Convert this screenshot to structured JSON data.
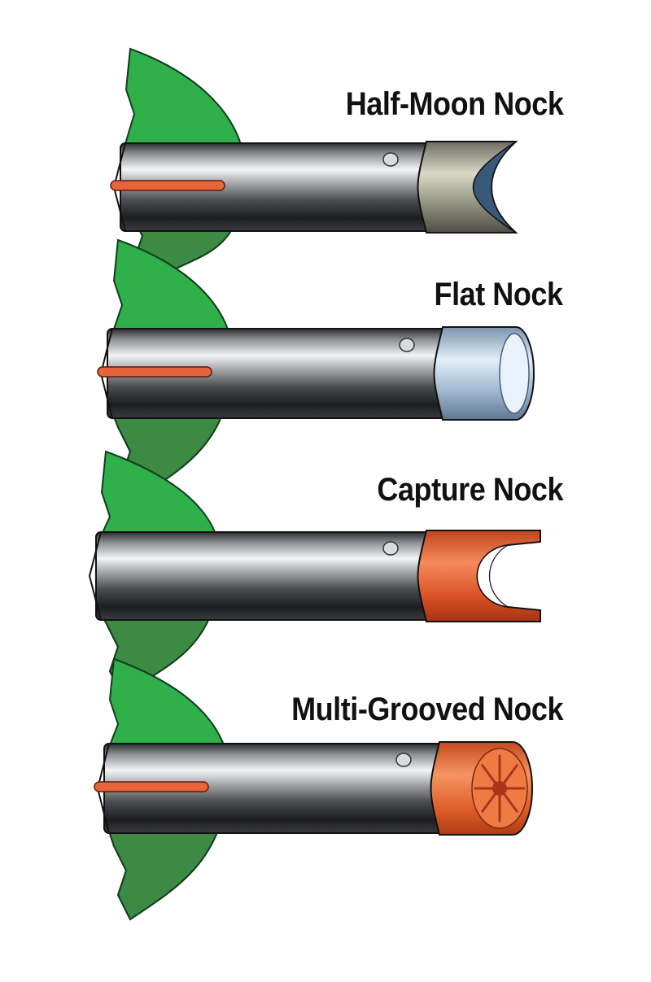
{
  "nocks": [
    {
      "id": "half-moon",
      "label": "Half-Moon Nock",
      "nock_color": "#b7b79f",
      "inner_color": "#3a5878"
    },
    {
      "id": "flat",
      "label": "Flat Nock",
      "nock_color": "#b9cfe6",
      "inner_color": "#e9f1fa"
    },
    {
      "id": "capture",
      "label": "Capture Nock",
      "nock_color": "#e0572a",
      "inner_color": "#ffffff"
    },
    {
      "id": "multi-grooved",
      "label": "Multi-Grooved Nock",
      "nock_color": "#e0602c",
      "inner_color": "#a8371a"
    }
  ],
  "colors": {
    "fletching": "#2fb04a",
    "fletching_shadow": "#3d8a45",
    "shaft": "#6b6d72",
    "shaft_highlight": "#f2f3f5",
    "shaft_dark": "#1d1e22",
    "cock_vane": "#e8643a"
  }
}
